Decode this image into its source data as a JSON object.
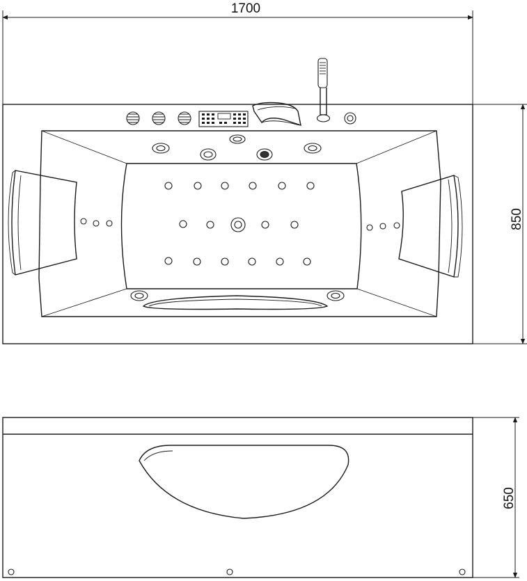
{
  "dimensions": {
    "top_length": "1700",
    "top_width": "850",
    "side_height": "650"
  },
  "colors": {
    "line": "#1a1a1a",
    "background": "#ffffff"
  }
}
